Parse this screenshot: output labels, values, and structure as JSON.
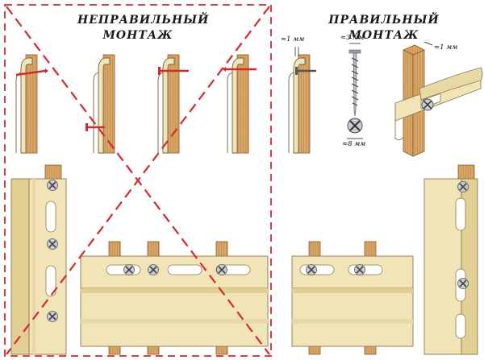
{
  "headings": {
    "incorrect_line1": "НЕПРАВИЛЬНЫЙ",
    "incorrect_line2": "МОНТАЖ",
    "correct": "ПРАВИЛЬНЫЙ МОНТАЖ"
  },
  "dimensions": {
    "gap_left": "≈1 мм",
    "screw_head_gap": "≈3 мм",
    "screw_diameter": "≈8 мм",
    "gap_right": "≈1 мм"
  },
  "colors": {
    "wood": "#d9a766",
    "wood_dark": "#a8733a",
    "panel": "#f1e4b6",
    "panel_shade": "#e2cf92",
    "panel_stroke": "#8a7a55",
    "hole": "#ffffff",
    "screw": "#c9ccd3",
    "error_red": "#d8292f",
    "frame_dash": "#d8292f"
  },
  "icons": {
    "screw": "screw-icon",
    "cross": "cross-out-mark"
  }
}
